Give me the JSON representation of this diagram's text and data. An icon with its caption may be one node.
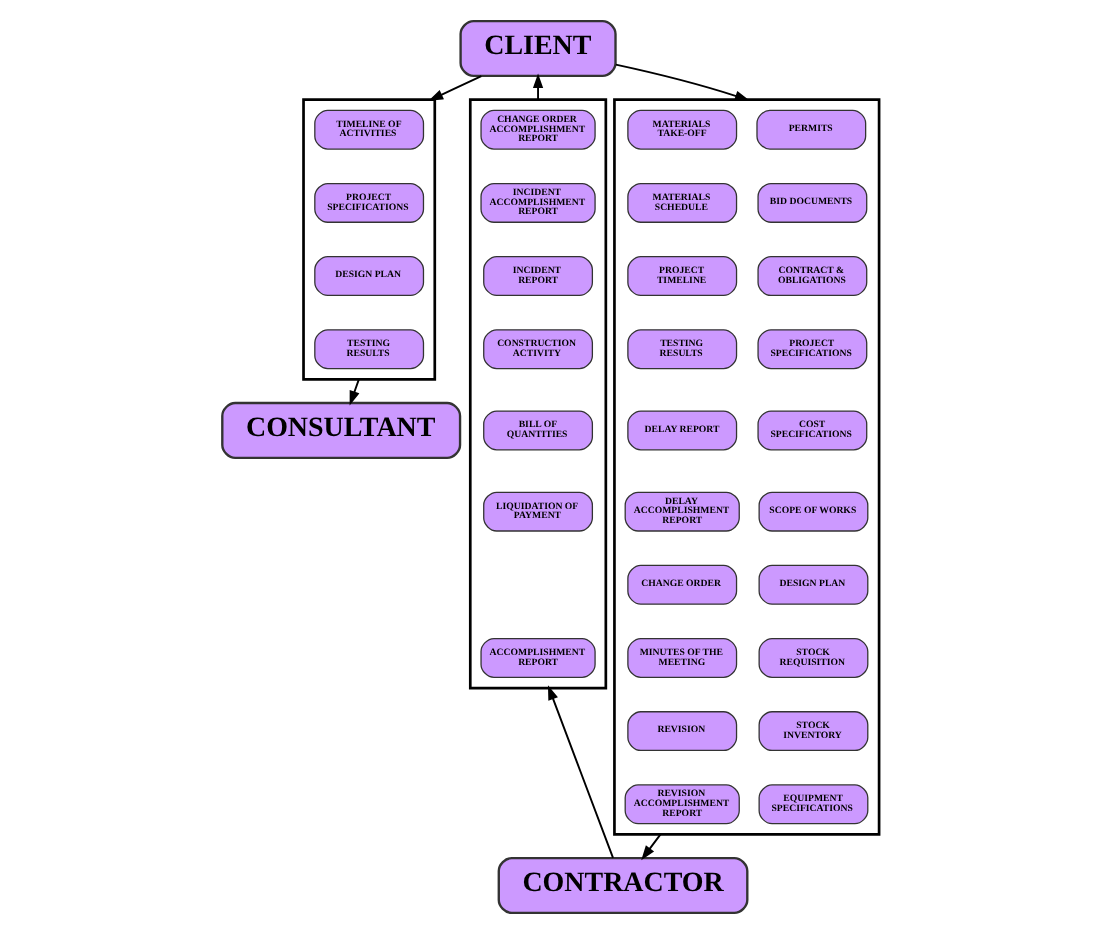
{
  "diagram": {
    "nodes": [
      {
        "text": [
          "CLIENT"
        ]
      },
      {
        "text": [],
        "shape": "box"
      },
      {
        "text": [
          "TIMELINE OF ACTIVITIES"
        ],
        "in": 1
      },
      {
        "text": [
          "PROJECT SPECIFICATIONS"
        ],
        "in": 1
      },
      {
        "text": [
          "DESIGN PLAN"
        ],
        "in": 1
      },
      {
        "text": [
          "TESTING RESULTS"
        ],
        "in": 1
      },
      {
        "text": [
          "CONSULTANT"
        ]
      },
      {
        "text": [],
        "shape": "box"
      },
      {
        "text": [
          "CHANGE ORDER ACCOMPLISHMENT REPORT"
        ],
        "in": 7
      },
      {
        "text": [
          "INCIDENT ACCOMPLISHMENT REPORT"
        ],
        "in": 7
      },
      {
        "text": [
          "INCIDENT REPORT"
        ],
        "in": 7
      },
      {
        "text": [
          "CONSTRUCTION ACTIVITY"
        ],
        "in": 7
      },
      {
        "text": [
          "BILL OF QUANTITIES"
        ],
        "in": 7
      },
      {
        "text": [
          "LIQUIDATION OF PAYMENT"
        ],
        "in": 7
      },
      {
        "text": [
          "ACCOMPLISHMENT REPORT"
        ],
        "in": 7
      },
      {
        "text": [],
        "shape": "box"
      },
      {
        "text": [
          "PERMITS"
        ],
        "in": 15
      },
      {
        "text": [
          "MATERIALS TAKE-OFF"
        ],
        "in": 15
      },
      {
        "text": [
          "BID DOCUMENTS"
        ],
        "in": 15
      },
      {
        "text": [
          "MATERIALS SCHEDULE"
        ],
        "in": 15
      },
      {
        "text": [
          "CONTRACT & OBLIGATIONS"
        ],
        "in": 15
      },
      {
        "text": [
          "PROJECT TIMELINE"
        ],
        "in": 15
      },
      {
        "text": [
          "PROJECT SPECIFICATIONS"
        ],
        "in": 15
      },
      {
        "text": [
          "TESTING RESULTS"
        ],
        "in": 15
      },
      {
        "text": [
          "COST SPECIFICATIONS"
        ],
        "in": 15
      },
      {
        "text": [
          "DELAY REPORT"
        ],
        "in": 15
      },
      {
        "text": [
          "SCOPE OF WORKS"
        ],
        "in": 15
      },
      {
        "text": [
          "DELAY ACCOMPLISHMENT REPORT"
        ],
        "in": 15
      },
      {
        "text": [
          "DESIGN PLAN"
        ],
        "in": 15
      },
      {
        "text": [
          "CHANGE ORDER"
        ],
        "in": 15
      },
      {
        "text": [
          "STOCK REQUISITION"
        ],
        "in": 15
      },
      {
        "text": [
          "MINUTES OF THE MEETING"
        ],
        "in": 15
      },
      {
        "text": [
          "STOCK INVENTORY"
        ],
        "in": 15
      },
      {
        "text": [
          "REVISION"
        ],
        "in": 15
      },
      {
        "text": [
          "EQUIPMENT SPECIFICATIONS"
        ],
        "in": 15
      },
      {
        "text": [
          "REVISION ACCOMPLISHMENT REPORT"
        ],
        "in": 15
      },
      {
        "text": [
          "CONTRACTOR"
        ]
      }
    ],
    "edges": [
      {
        "from": 0,
        "to": 1,
        "arrow": "to"
      },
      {
        "from": 1,
        "to": 6,
        "arrow": "to"
      },
      {
        "from": 7,
        "to": 0,
        "arrow": "to"
      },
      {
        "from": 0,
        "to": 15,
        "arrow": "to"
      },
      {
        "from": 15,
        "to": 36,
        "arrow": "to"
      },
      {
        "from": 36,
        "to": 7,
        "arrow": "to"
      }
    ]
  }
}
